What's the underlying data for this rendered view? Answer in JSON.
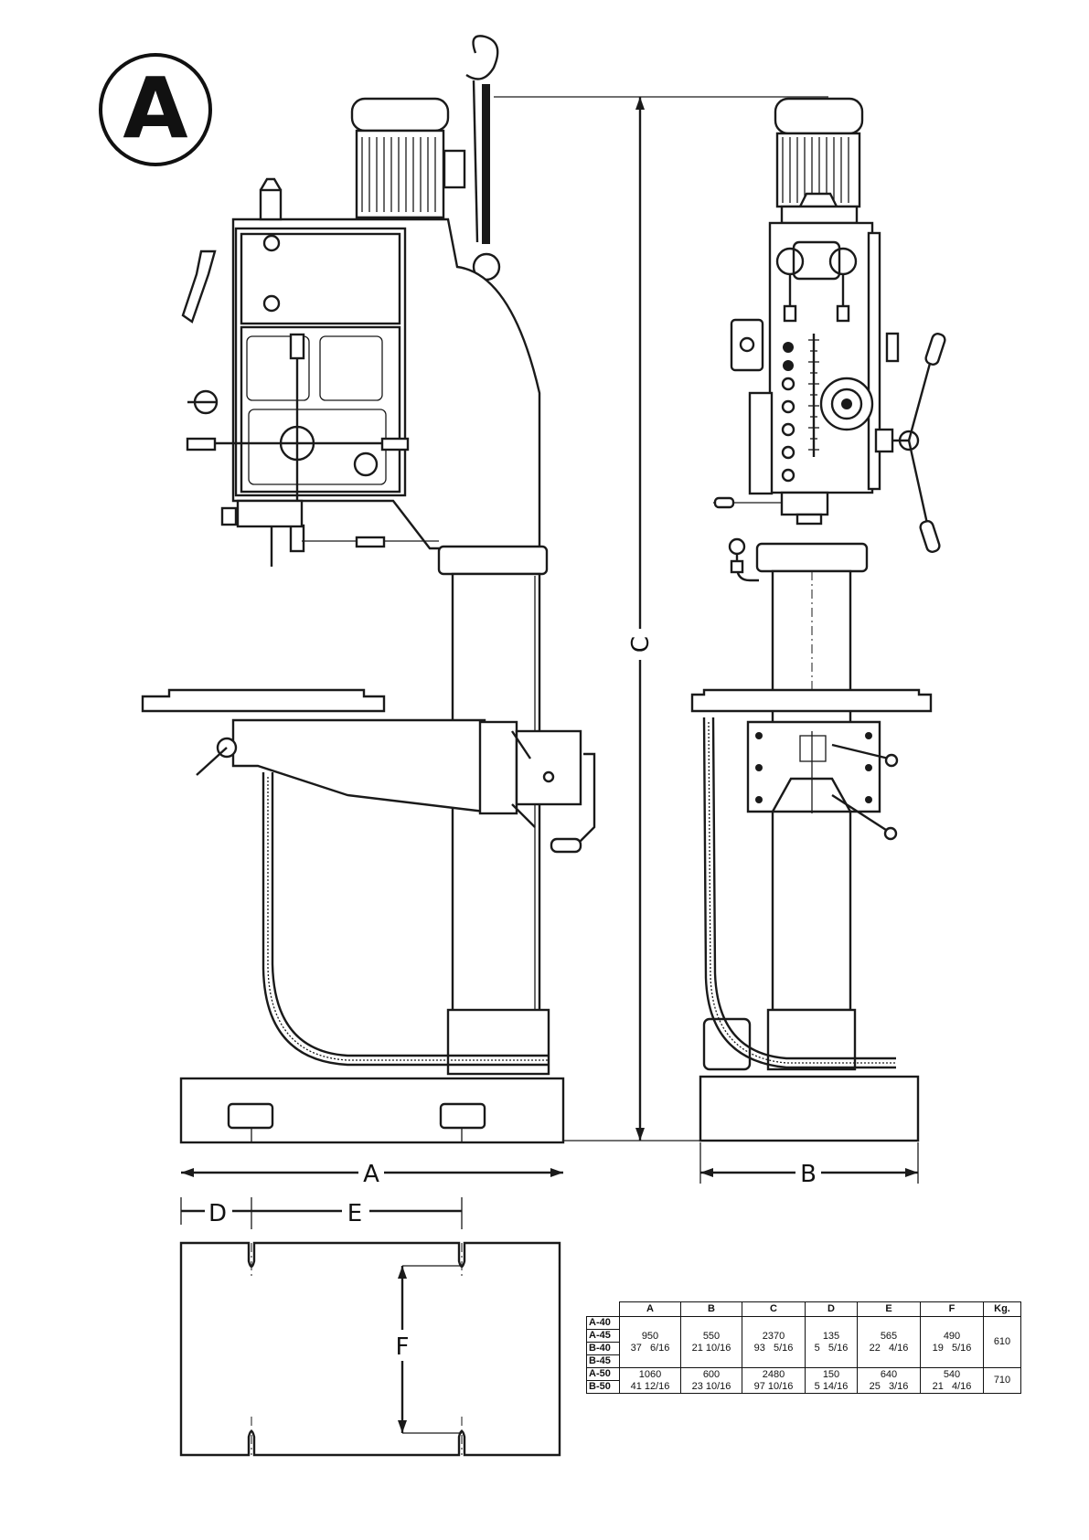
{
  "badge": {
    "letter": "A"
  },
  "dimensions": {
    "A": "A",
    "B": "B",
    "C": "C",
    "D": "D",
    "E": "E",
    "F": "F"
  },
  "table": {
    "headers": [
      "A",
      "B",
      "C",
      "D",
      "E",
      "F",
      "Kg."
    ],
    "groups": [
      {
        "models": [
          "A-40",
          "A-45",
          "B-40",
          "B-45"
        ],
        "metric": [
          "950",
          "550",
          "2370",
          "135",
          "565",
          "490"
        ],
        "inch": [
          "37   6/16",
          "21 10/16",
          "93   5/16",
          "5   5/16",
          "22   4/16",
          "19   5/16"
        ],
        "kg": "610"
      },
      {
        "models": [
          "A-50",
          "B-50"
        ],
        "metric": [
          "1060",
          "600",
          "2480",
          "150",
          "640",
          "540"
        ],
        "inch": [
          "41 12/16",
          "23 10/16",
          "97 10/16",
          "5 14/16",
          "25   3/16",
          "21   4/16"
        ],
        "kg": "710"
      }
    ]
  }
}
